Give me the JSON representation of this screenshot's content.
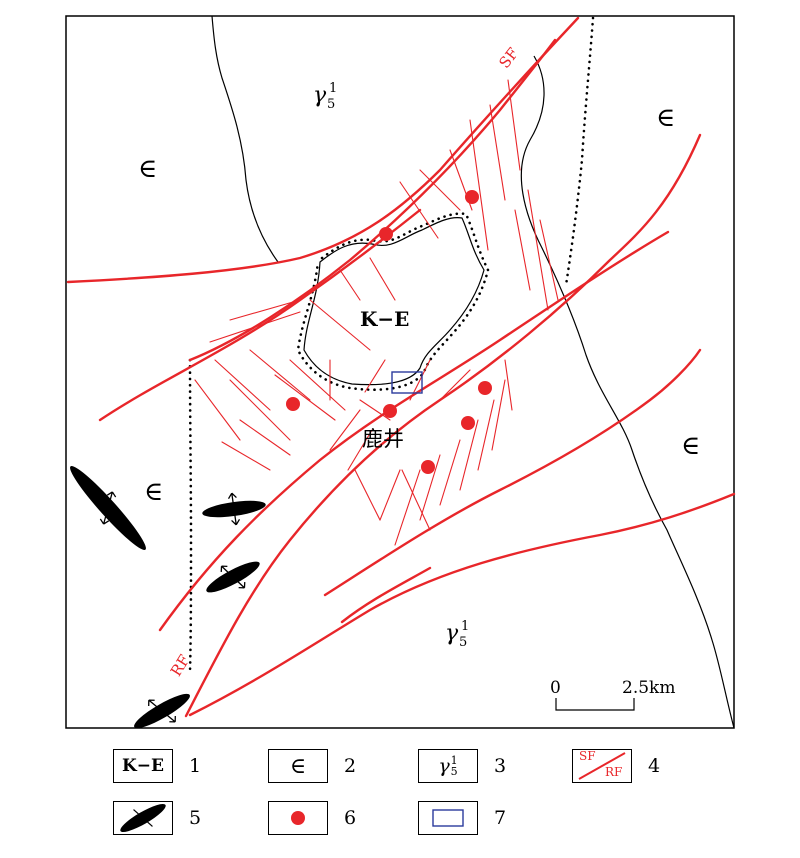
{
  "map": {
    "labels": {
      "ke": "K−E",
      "cambrian": "∈",
      "granite_base": "γ",
      "granite_sub": "5",
      "granite_sup": "1",
      "place": "鹿井",
      "fault_sf": "SF",
      "fault_rf": "RF"
    },
    "scale": {
      "start": "0",
      "end": "2.5km"
    },
    "colors": {
      "fault": "#e8262a",
      "deposit": "#e8262a",
      "study_area": "#2b3a9c",
      "boundary": "#000000"
    }
  },
  "legend": [
    {
      "key": "K−E",
      "num": "1",
      "icon": "ke-unit-icon"
    },
    {
      "key": "∈",
      "num": "2",
      "icon": "cambrian-unit-icon"
    },
    {
      "key": "γ",
      "num": "3",
      "icon": "granite-unit-icon",
      "sub": "5",
      "sup": "1"
    },
    {
      "key": "SF / RF",
      "num": "4",
      "icon": "fault-icon",
      "top": "SF",
      "bottom": "RF"
    },
    {
      "key": "",
      "num": "5",
      "icon": "ellipse-strain-icon"
    },
    {
      "key": "",
      "num": "6",
      "icon": "red-dot-icon"
    },
    {
      "key": "",
      "num": "7",
      "icon": "blue-rectangle-icon"
    }
  ]
}
